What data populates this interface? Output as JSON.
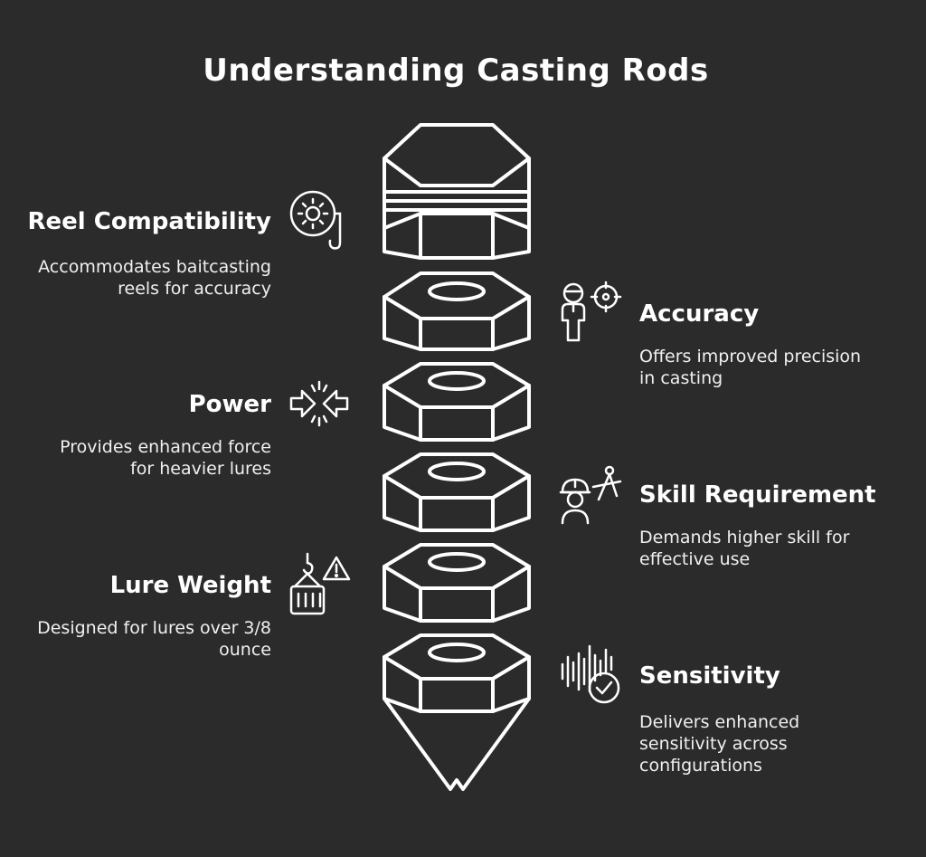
{
  "title": "Understanding Casting Rods",
  "items": [
    {
      "label": "Reel Compatibility",
      "desc_lines": [
        "Accommodates baitcasting",
        "reels for accuracy"
      ],
      "icon": "reel-hook-icon",
      "side": "left"
    },
    {
      "label": "Accuracy",
      "desc_lines": [
        "Offers improved precision",
        "in casting"
      ],
      "icon": "person-target-icon",
      "side": "right"
    },
    {
      "label": "Power",
      "desc_lines": [
        "Provides enhanced force",
        "for heavier lures"
      ],
      "icon": "compress-arrows-icon",
      "side": "left"
    },
    {
      "label": "Skill Requirement",
      "desc_lines": [
        "Demands higher skill for",
        "effective use"
      ],
      "icon": "worker-compass-icon",
      "side": "right"
    },
    {
      "label": "Lure Weight",
      "desc_lines": [
        "Designed for lures over 3/8",
        "ounce"
      ],
      "icon": "crane-weight-warning-icon",
      "side": "left"
    },
    {
      "label": "Sensitivity",
      "desc_lines": [
        "Delivers enhanced",
        "sensitivity across",
        "configurations"
      ],
      "icon": "soundwave-check-icon",
      "side": "right"
    }
  ],
  "colors": {
    "background": "#2b2b2b",
    "stroke": "#ffffff"
  }
}
